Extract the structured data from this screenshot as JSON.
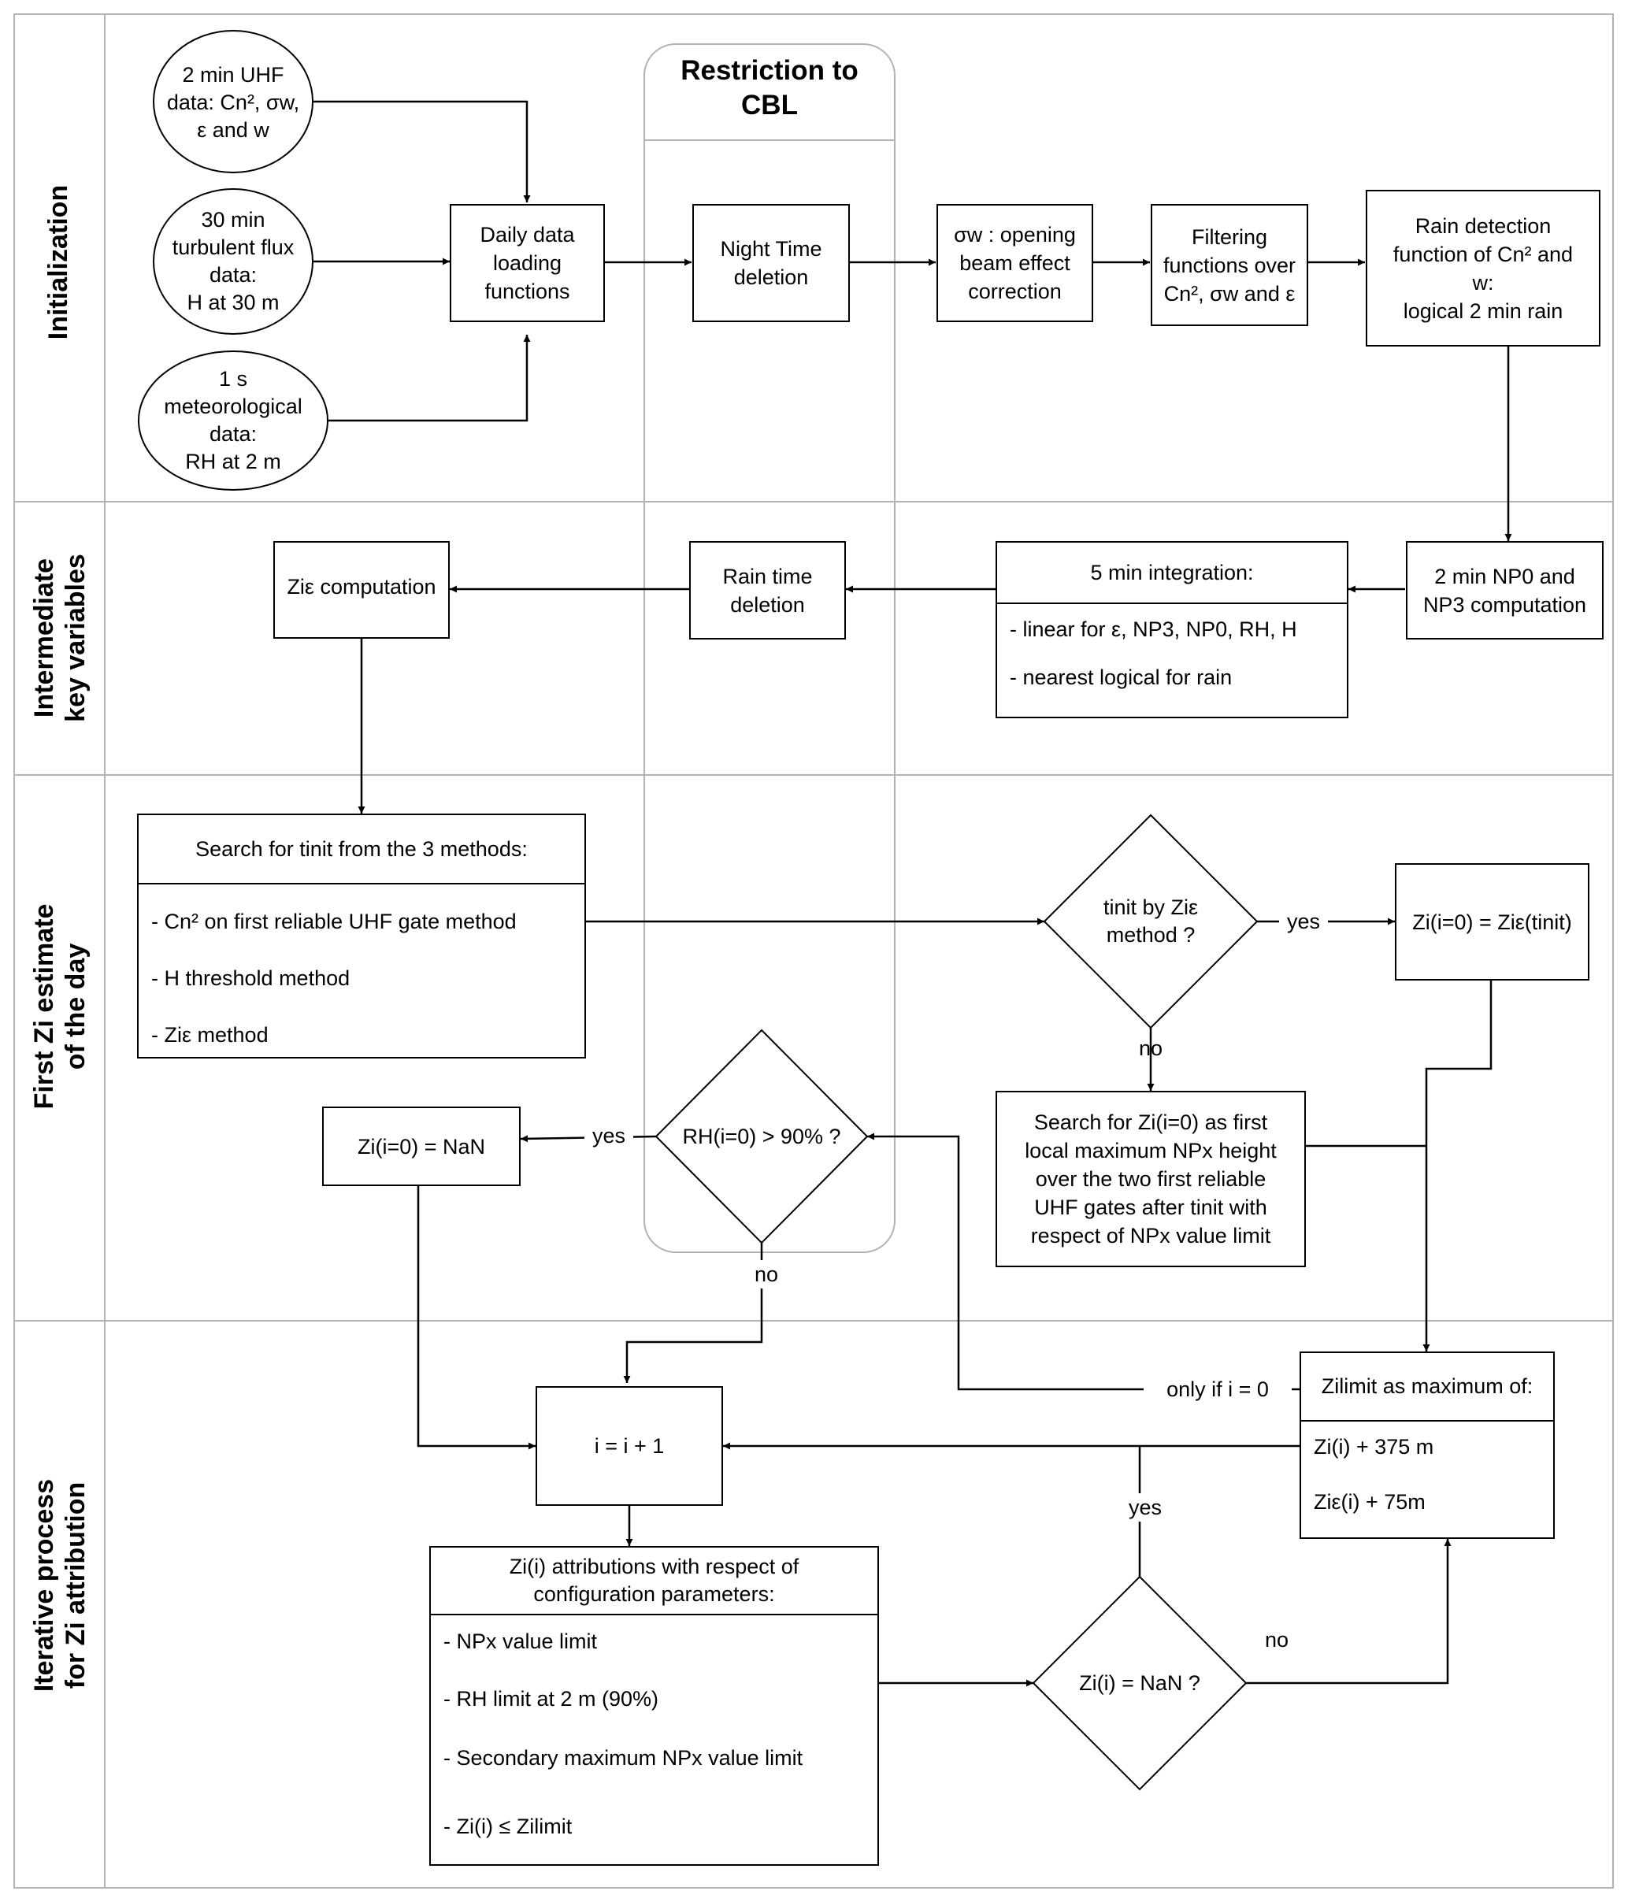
{
  "rows": {
    "initialization": "Initialization",
    "intermediate_1": "Intermediate",
    "intermediate_2": "key variables",
    "first_1": "First Zi estimate",
    "first_2": "of the day",
    "iterative_1": "Iterative process",
    "iterative_2": "for Zi attribution"
  },
  "cbl_title": {
    "l1": "Restriction to",
    "l2": "CBL"
  },
  "inputs": {
    "uhf": {
      "l1": "2 min UHF",
      "l2": "data: Cn², σw,",
      "l3": "ε and w"
    },
    "flux": {
      "l1": "30 min",
      "l2": "turbulent flux",
      "l3": "data:",
      "l4": "H at 30 m"
    },
    "met": {
      "l1": "1 s",
      "l2": "meteorological",
      "l3": "data:",
      "l4": "RH at 2 m"
    }
  },
  "boxes": {
    "daily": {
      "l1": "Daily data",
      "l2": "loading",
      "l3": "functions"
    },
    "night": {
      "l1": "Night Time",
      "l2": "deletion"
    },
    "sigma": {
      "l1": "σw : opening",
      "l2": "beam effect",
      "l3": "correction"
    },
    "filter": {
      "l1": "Filtering",
      "l2": "functions over",
      "l3": "Cn², σw and ε"
    },
    "rain_detect": {
      "l1": "Rain detection",
      "l2": "function of Cn² and",
      "l3": "w:",
      "l4": "logical 2 min rain"
    },
    "np_comp": {
      "l1": "2 min NP0 and",
      "l2": "NP3 computation"
    },
    "integration": {
      "header": "5 min integration:",
      "item1": "- linear for ε, NP3, NP0, RH, H",
      "item2": "- nearest logical for rain"
    },
    "rain_del": {
      "l1": "Rain time",
      "l2": "deletion"
    },
    "zie_comp": "Ziε computation",
    "search_tinit": {
      "header": "Search for tinit from the 3 methods:",
      "item1": "- Cn² on first reliable UHF gate method",
      "item2": "- H threshold method",
      "item3": "- Ziε method"
    },
    "zi0_nan": "Zi(i=0) = NaN",
    "zi0_zie": "Zi(i=0) = Ziε(tinit)",
    "search_zi0": {
      "l1": "Search for Zi(i=0) as first",
      "l2": "local maximum NPx height",
      "l3": "over the two first reliable",
      "l4": "UHF gates after tinit with",
      "l5": "respect of NPx value limit"
    },
    "increment": "i = i + 1",
    "zilimit": {
      "header": "Zilimit as maximum of:",
      "item1": "Zi(i) + 375 m",
      "item2": "Ziε(i) + 75m"
    },
    "zi_attr": {
      "header1": "Zi(i) attributions with respect of",
      "header2": "configuration parameters:",
      "item1": "- NPx value limit",
      "item2": "- RH limit at 2 m (90%)",
      "item3": "- Secondary maximum NPx value limit",
      "item4": "- Zi(i) ≤ Zilimit"
    }
  },
  "decisions": {
    "tinit": {
      "l1": "tinit by Ziε",
      "l2": "method ?"
    },
    "rh": "RH(i=0) > 90% ?",
    "zinan": "Zi(i) = NaN ?"
  },
  "edge_labels": {
    "yes_tinit": "yes",
    "no_tinit": "no",
    "yes_rh": "yes",
    "no_rh": "no",
    "only_if": "only if  i = 0",
    "yes_nan": "yes",
    "no_nan": "no"
  },
  "colors": {
    "frame": "#b3b3b3",
    "stroke": "#000000"
  }
}
